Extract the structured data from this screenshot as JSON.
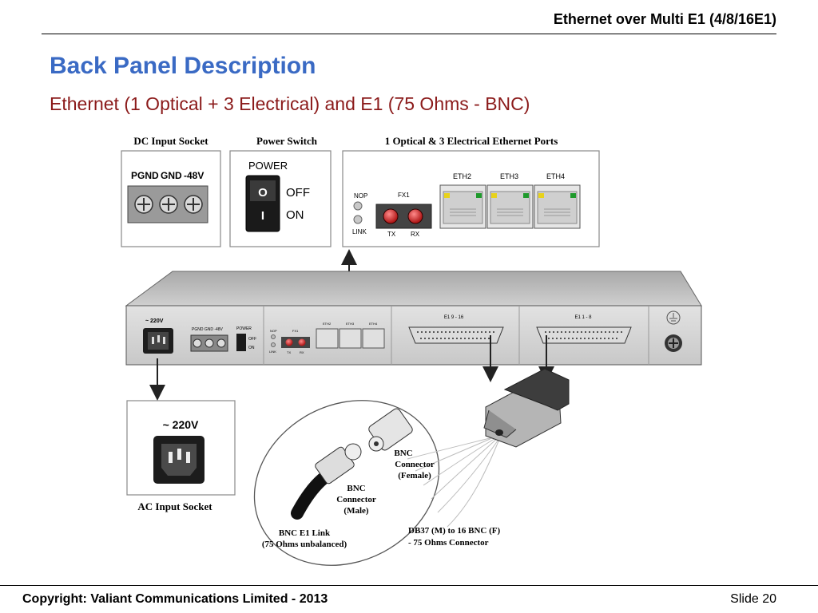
{
  "header": {
    "title": "Ethernet over Multi E1 (4/8/16E1)"
  },
  "slide": {
    "title": "Back Panel Description",
    "subtitle": "Ethernet (1 Optical + 3 Electrical) and E1 (75 Ohms - BNC)"
  },
  "callouts": {
    "dc_input_socket": "DC Input Socket",
    "power_switch": "Power Switch",
    "ethernet_ports": "1 Optical & 3 Electrical Ethernet Ports",
    "ac_input_socket": "AC Input Socket"
  },
  "dc_box": {
    "pgnd": "PGND",
    "gnd": "GND",
    "v48": "-48V"
  },
  "power_box": {
    "power": "POWER",
    "off": "OFF",
    "on": "ON",
    "o": "O",
    "i": "I"
  },
  "eth_box": {
    "nop": "NOP",
    "link": "LINK",
    "fx1": "FX1",
    "tx": "TX",
    "rx": "RX",
    "eth2": "ETH2",
    "eth3": "ETH3",
    "eth4": "ETH4"
  },
  "ac_box": {
    "voltage": "~ 220V"
  },
  "panel": {
    "ac": "~ 220V",
    "pgnd_gnd": "PGND GND -48V",
    "power": "POWER",
    "off": "OFF",
    "on": "ON",
    "nop": "NOP",
    "link": "LINK",
    "fx1": "FX1",
    "tx": "TX",
    "rx": "RX",
    "eth2": "ETH2",
    "eth3": "ETH3",
    "eth4": "ETH4",
    "e1_9_16": "E1 9 - 16",
    "e1_1_8": "E1 1 - 8"
  },
  "cable": {
    "bnc_female": [
      "BNC",
      "Connector",
      "(Female)"
    ],
    "bnc_male": [
      "BNC",
      "Connector",
      "(Male)"
    ],
    "bnc_link": [
      "BNC E1 Link",
      "(75 Ohms unbalanced)"
    ],
    "db37": [
      "DB37 (M) to 16 BNC (F)",
      "- 75 Ohms Connector"
    ]
  },
  "footer": {
    "copyright": "Copyright: Valiant Communications Limited - 2013",
    "slide": "Slide 20"
  }
}
